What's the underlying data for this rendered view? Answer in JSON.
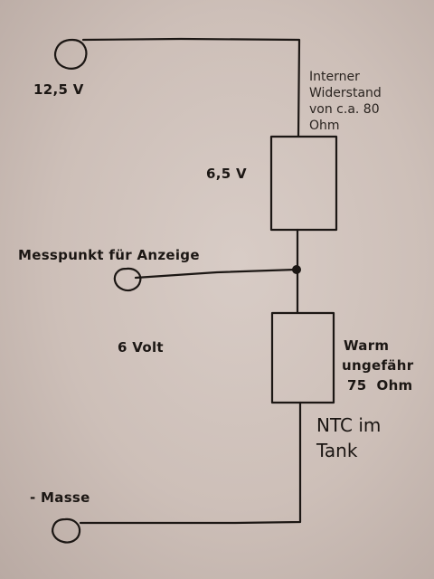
{
  "labels": {
    "supply_voltage": "12,5 V",
    "internal_resistor": "Interner Widerstand von c.a. 80 Ohm",
    "upper_drop": "6,5 V",
    "measure_point": "Messpunkt für Anzeige",
    "lower_drop": "6 Volt",
    "ntc_value_line1": "Warm",
    "ntc_value_line2": "ungefähr",
    "ntc_value_line3": "75  Ohm",
    "ntc_location": "NTC im Tank",
    "ground": "- Masse"
  },
  "colors": {
    "ink": "#1c1714",
    "paper": "#d3c6bf"
  }
}
